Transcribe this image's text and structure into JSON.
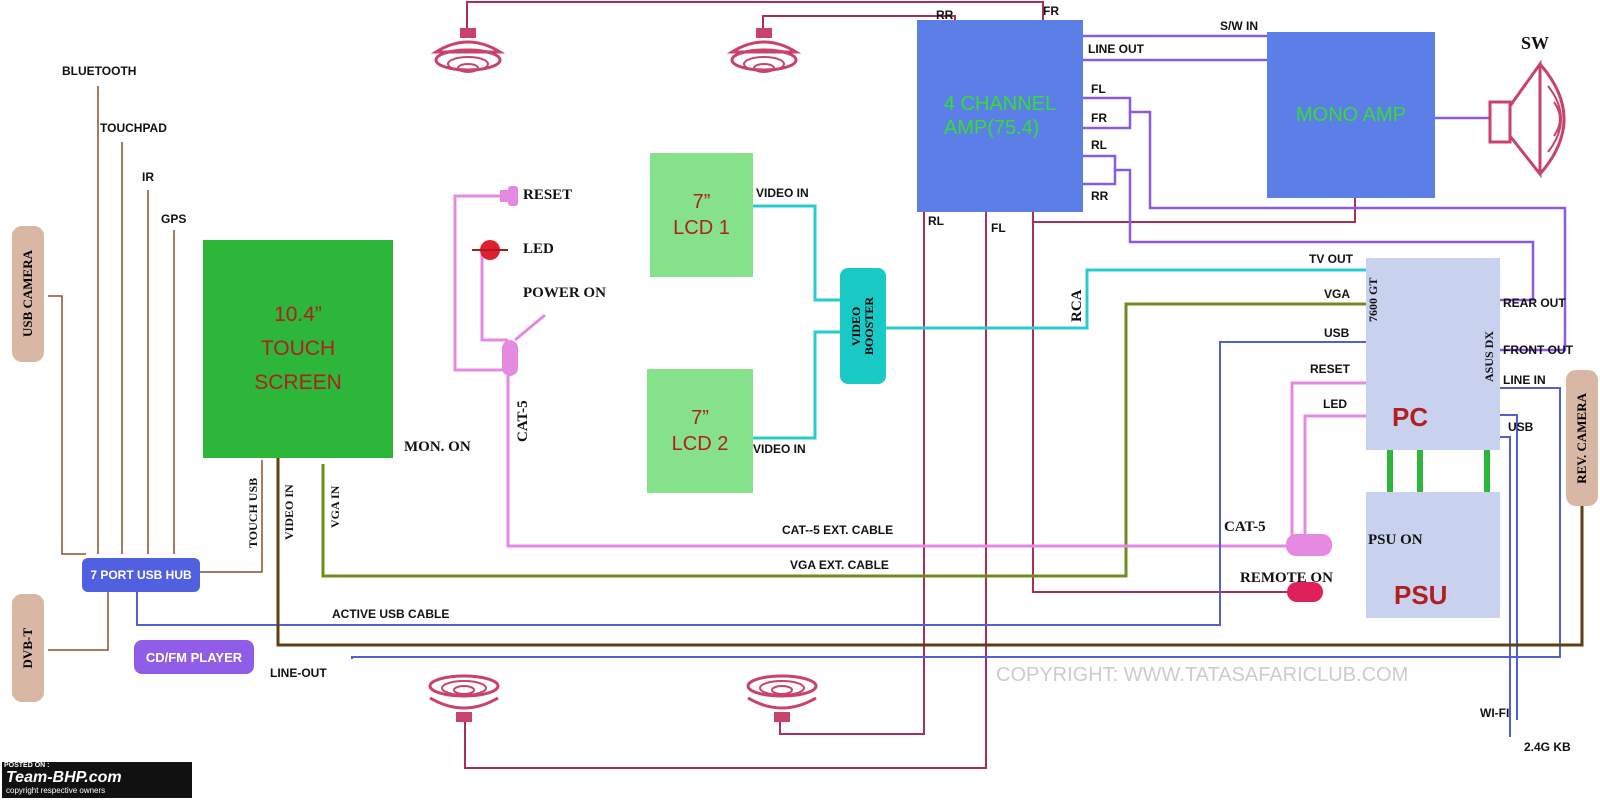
{
  "colors": {
    "amp4": "#5b7fe6",
    "mono_amp": "#5b7fe6",
    "touch_screen": "#2cb63a",
    "lcd": "#86e28a",
    "pc": "#c8d2ee",
    "video_booster": "#19c9c4",
    "usb_hub": "#5060e0",
    "cd_player": "#8f5de8",
    "pill_tan": "#d8b8a4",
    "wire_pink": "#e58ae0",
    "wire_cyan": "#28cccc",
    "wire_olive": "#6f8c1e",
    "wire_brown": "#8a5030",
    "wire_maroon": "#a8305a",
    "wire_purple": "#8a5ae0",
    "wire_blue": "#5060d0",
    "wire_darkbrown": "#5c4212",
    "green_text": "#33dd33",
    "red_text": "#b02020"
  },
  "amp4": {
    "line1": "4 CHANNEL",
    "line2": "AMP(75.4)"
  },
  "mono_amp": {
    "label": "MONO AMP"
  },
  "sw": {
    "label": "SW"
  },
  "touch": {
    "line1": "10.4”",
    "line2": "TOUCH",
    "line3": "SCREEN"
  },
  "lcd1": {
    "line1": "7”",
    "line2": "LCD 1"
  },
  "lcd2": {
    "line1": "7”",
    "line2": "LCD 2"
  },
  "video_booster": {
    "line1": "VIDEO",
    "line2": "BOOSTER"
  },
  "pc": {
    "label": "PC",
    "model": "ASUS DX",
    "gpu": "7600 GT"
  },
  "psu": {
    "label": "PSU"
  },
  "usb_hub": {
    "label": "7 PORT USB HUB"
  },
  "cd_player": {
    "label": "CD/FM PLAYER"
  },
  "side_pills": {
    "usb_camera": "USB CAMERA",
    "dvb_t": "DVB-T",
    "rev_camera": "REV. CAMERA"
  },
  "labels": {
    "rr_top": "RR",
    "fr_top": "FR",
    "sw_in": "S/W IN",
    "line_out": "LINE OUT",
    "amp_fl": "FL",
    "amp_fr": "FR",
    "amp_rl": "RL",
    "amp_rr": "RR",
    "amp_bottom_rl": "RL",
    "amp_bottom_fl": "FL",
    "bluetooth": "BLUETOOTH",
    "touchpad": "TOUCHPAD",
    "ir": "IR",
    "gps": "GPS",
    "reset": "RESET",
    "led": "LED",
    "power_on": "POWER ON",
    "cat5_vert": "CAT-5",
    "mon_on": "MON. ON",
    "video_in_1": "VIDEO IN",
    "video_in_2": "VIDEO IN",
    "touch_usb": "TOUCH USB",
    "video_in_v": "VIDEO IN",
    "vga_in": "VGA IN",
    "rca": "RCA",
    "tv_out": "TV OUT",
    "vga": "VGA",
    "usb_pc": "USB",
    "reset_pc": "RESET",
    "led_pc": "LED",
    "rear_out": "REAR OUT",
    "front_out": "FRONT OUT",
    "line_in": "LINE IN",
    "usb_right": "USB",
    "cat5_ext": "CAT--5 EXT. CABLE",
    "vga_ext": "VGA EXT. CABLE",
    "active_usb": "ACTIVE USB CABLE",
    "line_out_bottom": "LINE-OUT",
    "cat5_right": "CAT-5",
    "psu_on": "PSU ON",
    "remote_on": "REMOTE ON",
    "wifi": "WI-FI",
    "kb": "2.4G KB"
  },
  "copyright": "COPYRIGHT:  WWW.TATASAFARICLUB.COM",
  "watermark": {
    "line1": "POSTED ON :",
    "brand": "Team-BHP.com",
    "line3": "copyright respective owners"
  }
}
